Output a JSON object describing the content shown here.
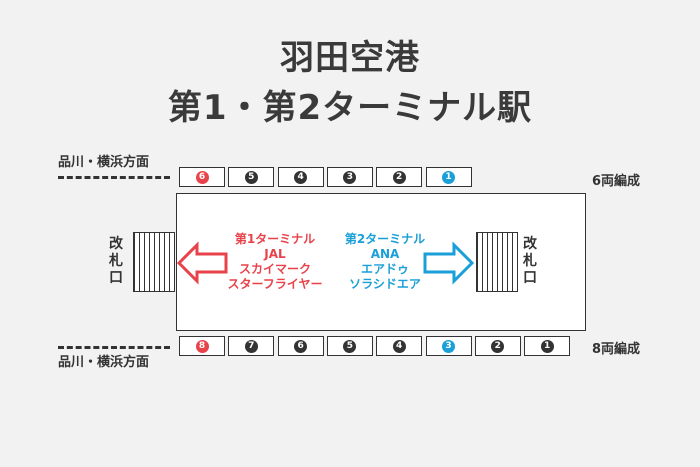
{
  "title": {
    "line1": "羽田空港",
    "line2": "第1・第2ターミナル駅"
  },
  "colors": {
    "terminal1": "#e8434b",
    "terminal2": "#1a9fd8",
    "line": "#333333"
  },
  "top_track": {
    "direction": "品川・横浜方面",
    "formation": "6両編成",
    "cars": [
      {
        "num": "6",
        "color": "red"
      },
      {
        "num": "5",
        "color": "dark"
      },
      {
        "num": "4",
        "color": "dark"
      },
      {
        "num": "3",
        "color": "dark"
      },
      {
        "num": "2",
        "color": "dark"
      },
      {
        "num": "1",
        "color": "blue"
      }
    ]
  },
  "bottom_track": {
    "direction": "品川・横浜方面",
    "formation": "8両編成",
    "cars": [
      {
        "num": "8",
        "color": "red"
      },
      {
        "num": "7",
        "color": "dark"
      },
      {
        "num": "6",
        "color": "dark"
      },
      {
        "num": "5",
        "color": "dark"
      },
      {
        "num": "4",
        "color": "dark"
      },
      {
        "num": "3",
        "color": "blue"
      },
      {
        "num": "2",
        "color": "dark"
      },
      {
        "num": "1",
        "color": "dark"
      }
    ]
  },
  "gate_left": "改札口",
  "gate_right": "改札口",
  "terminal1": {
    "name": "第1ターミナル",
    "airlines": [
      "JAL",
      "スカイマーク",
      "スターフライヤー"
    ],
    "arrow_icon": "arrow-left-icon"
  },
  "terminal2": {
    "name": "第2ターミナル",
    "airlines": [
      "ANA",
      "エアドゥ",
      "ソラシドエア"
    ],
    "arrow_icon": "arrow-right-icon"
  }
}
